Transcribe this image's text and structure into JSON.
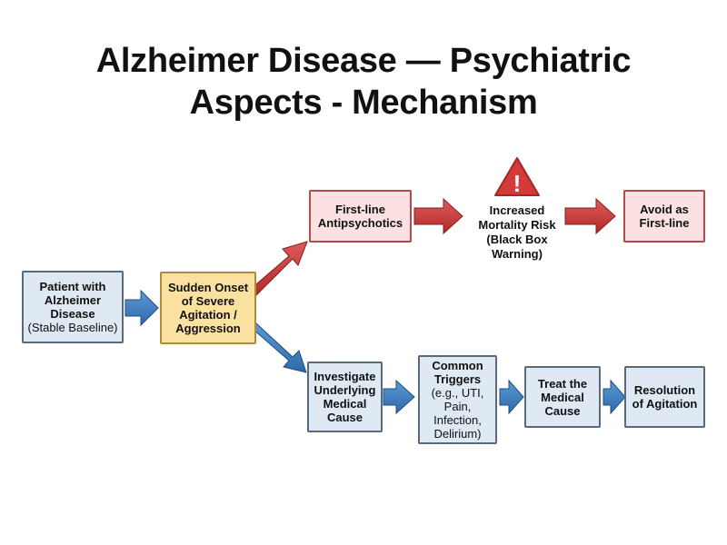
{
  "title": {
    "line1": "Alzheimer Disease — Psychiatric",
    "line2": "Aspects - Mechanism"
  },
  "nodes": {
    "patient": {
      "lines": [
        "Patient with",
        "Alzheimer",
        "Disease"
      ],
      "note": "(Stable Baseline)"
    },
    "onset": {
      "lines": [
        "Sudden Onset",
        "of Severe",
        "Agitation /",
        "Aggression"
      ]
    },
    "antipsychotics": {
      "lines": [
        "First-line",
        "Antipsychotics"
      ]
    },
    "mortality": {
      "lines": [
        "Increased",
        "Mortality Risk",
        "(Black Box",
        "Warning)"
      ]
    },
    "avoid": {
      "lines": [
        "Avoid as",
        "First-line"
      ]
    },
    "investigate": {
      "lines": [
        "Investigate",
        "Underlying",
        "Medical",
        "Cause"
      ]
    },
    "triggers": {
      "lines": [
        "Common",
        "Triggers"
      ],
      "notes": [
        "(e.g., UTI,",
        "Pain,",
        "Infection,",
        "Delirium)"
      ]
    },
    "treat": {
      "lines": [
        "Treat the",
        "Medical",
        "Cause"
      ]
    },
    "resolution": {
      "lines": [
        "Resolution",
        "of Agitation"
      ]
    }
  },
  "warning_icon": {
    "name": "warning-triangle-icon",
    "glyph": "!"
  },
  "colors": {
    "blue_fill": "#dfe9f4",
    "blue_arrow": "#3f7fbf",
    "red_fill": "#fbe1e1",
    "red_arrow": "#cc3a3a",
    "yellow_fill": "#fbe1a0",
    "warning": "#d33a3a"
  }
}
